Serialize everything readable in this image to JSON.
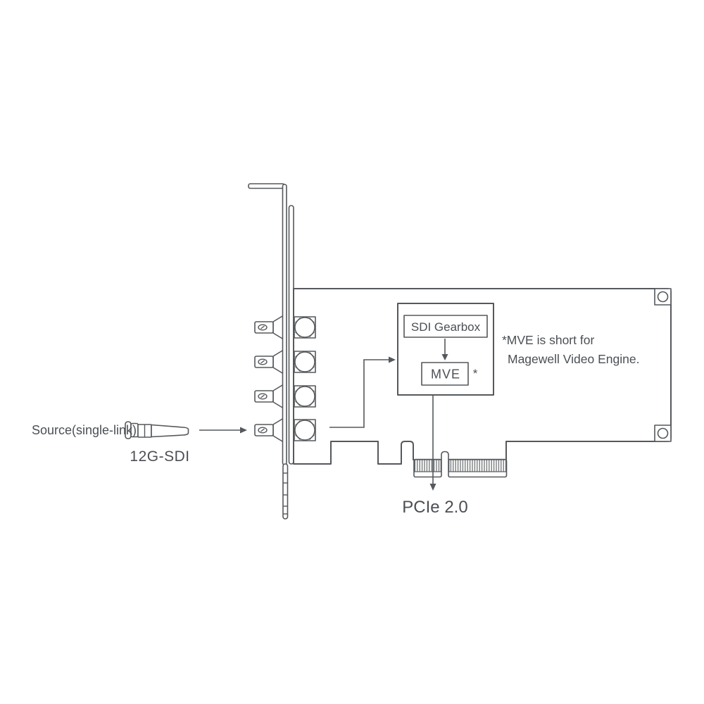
{
  "diagram": {
    "source": {
      "label": "Source(single-link)",
      "interface": "12G-SDI"
    },
    "card": {
      "block_primary": "SDI Gearbox",
      "block_secondary": "MVE",
      "asterisk": "*",
      "bus": "PCIe 2.0"
    },
    "footnote": {
      "line1": "*MVE is short for",
      "line2": "Magewell Video Engine."
    },
    "colors": {
      "line": "#55585c",
      "text": "#4b4f54",
      "background": "#ffffff"
    }
  }
}
